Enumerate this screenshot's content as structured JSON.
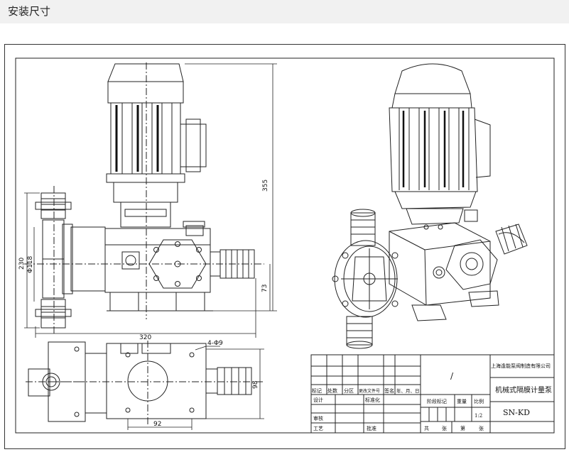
{
  "header": {
    "title": "安装尺寸"
  },
  "dimensions": {
    "height_total": "355",
    "height_left": "230",
    "diameter": "Φ118",
    "height_axis": "73",
    "width_total": "320",
    "holes": "4-Φ9",
    "depth": "98",
    "base_width": "92"
  },
  "title_block": {
    "company": "上海逢能泵阀制造有限公司",
    "product_name": "机械式隔膜计量泵",
    "model": "SN-KD",
    "slash": "/",
    "scale_value": "1:2",
    "labels": {
      "biaoji": "标记",
      "chushu": "处数",
      "fenqu": "分区",
      "gengai": "更改文件号",
      "qianming": "签名",
      "date": "年、月、日",
      "sheji": "设计",
      "biaozhunhua": "标准化",
      "jieduan": "阶段标记",
      "zhongliang": "重量",
      "bili": "比例",
      "shenhe": "审核",
      "gongyi": "工艺",
      "pizhun": "批准",
      "gong": "共",
      "zhang1": "张",
      "di": "第",
      "zhang2": "张"
    }
  },
  "colors": {
    "line": "#222222",
    "header_bg": "#f1f1f1"
  }
}
